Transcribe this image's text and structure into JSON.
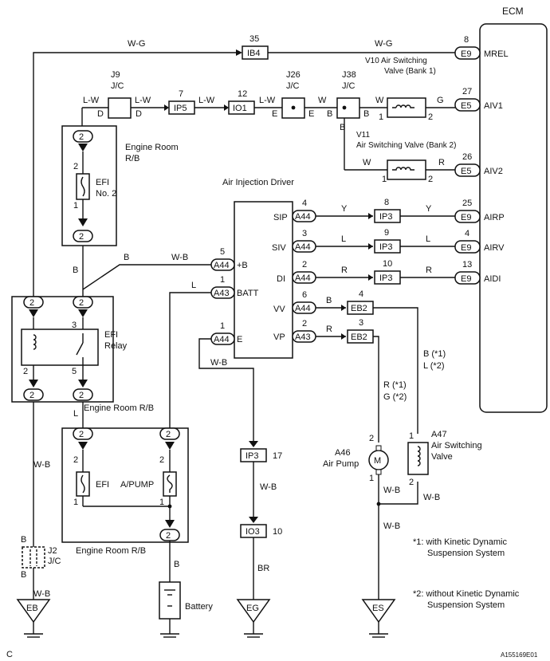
{
  "ecm": {
    "title": "ECM",
    "pins": [
      {
        "num": "8",
        "conn": "E9",
        "sig": "MREL"
      },
      {
        "num": "27",
        "conn": "E5",
        "sig": "AIV1"
      },
      {
        "num": "26",
        "conn": "E5",
        "sig": "AIV2"
      },
      {
        "num": "25",
        "conn": "E9",
        "sig": "AIRP"
      },
      {
        "num": "4",
        "conn": "E9",
        "sig": "AIRV"
      },
      {
        "num": "13",
        "conn": "E9",
        "sig": "AIDI"
      }
    ]
  },
  "top_wire": {
    "left_color": "W-G",
    "pin": "35",
    "conn": "IB4",
    "right_color": "W-G"
  },
  "valves": {
    "v10_line1": "V10 Air Switching",
    "v10_line2": "Valve (Bank 1)",
    "v11_line1": "V11",
    "v11_line2": "Air Switching Valve (Bank 2)",
    "v10_in": "W",
    "v10_out": "G",
    "v11_in": "W",
    "v11_out": "R",
    "p1": "1",
    "p2": "2"
  },
  "row2": {
    "j9_name": "J9",
    "j9_type": "J/C",
    "lw1": "L-W",
    "lw2": "L-W",
    "lw3": "L-W",
    "lw4": "L-W",
    "d1": "D",
    "d2": "D",
    "ip5_pin": "7",
    "ip5": "IP5",
    "io1_pin": "12",
    "io1": "IO1",
    "j26_name": "J26",
    "j26_type": "J/C",
    "e1": "E",
    "e2": "E",
    "w1": "W",
    "j38_name": "J38",
    "j38_type": "J/C",
    "b1": "B",
    "b2": "B",
    "b3": "B"
  },
  "relay_box1": {
    "title1": "Engine Room",
    "title2": "R/B",
    "fuse1": "EFI",
    "fuse2": "No. 2",
    "p_top": "2",
    "p_a": "2",
    "p_b": "1",
    "p_bot": "2"
  },
  "aid": {
    "title": "Air Injection Driver",
    "rows": [
      {
        "pin": "4",
        "conn": "A44",
        "label": "SIP",
        "color": "Y",
        "ip_pin": "8",
        "ip": "IP3",
        "color2": "Y"
      },
      {
        "pin": "3",
        "conn": "A44",
        "label": "SIV",
        "color": "L",
        "ip_pin": "9",
        "ip": "IP3",
        "color2": "L"
      },
      {
        "pin": "2",
        "conn": "A44",
        "label": "DI",
        "color": "R",
        "ip_pin": "10",
        "ip": "IP3",
        "color2": "R"
      },
      {
        "pin": "6",
        "conn": "A44",
        "label": "VV",
        "color": "B",
        "ip_pin": "4",
        "ip": "EB2"
      },
      {
        "pin": "2",
        "conn": "A43",
        "label": "VP",
        "color": "R",
        "ip_pin": "3",
        "ip": "EB2"
      }
    ],
    "plus_pin": "5",
    "plus_conn": "A44",
    "plus_label": "+B",
    "plus_color": "W-B",
    "b_color": "B",
    "batt_pin": "1",
    "batt_conn": "A43",
    "batt_label": "BATT",
    "batt_color": "L",
    "e_pin": "1",
    "e_conn": "A44",
    "e_label": "E",
    "e_color": "W-B"
  },
  "efi_relay": {
    "label1": "EFI",
    "label2": "Relay",
    "p2a": "2",
    "p2b": "2",
    "p3": "3",
    "p5": "5",
    "p2c": "2",
    "p2d": "2",
    "p2e": "2",
    "p2f": "2",
    "title": "Engine Room R/B",
    "b_label": "B",
    "l_label": "L"
  },
  "relay_box2": {
    "efi": "EFI",
    "apump": "A/PUMP",
    "p2a": "2",
    "p2b": "2",
    "p2c": "2",
    "p2d": "2",
    "p1a": "1",
    "p1b": "1",
    "p2e": "2",
    "title": "Engine Room R/B"
  },
  "ground": {
    "wb1": "W-B",
    "j2_name": "J2",
    "j2_type": "J/C",
    "j2_b1": "B",
    "j2_b2": "B",
    "wb2": "W-B",
    "eb": "EB",
    "batt_b": "B",
    "battery": "Battery",
    "ip3": "IP3",
    "ip3_pin": "17",
    "wb3": "W-B",
    "io3": "IO3",
    "io3_pin": "10",
    "br": "BR",
    "eg": "EG",
    "r_g1": "R (*1)",
    "r_g2": "G (*2)",
    "b1": "B (*1)",
    "l2": "L (*2)",
    "a46": "A46",
    "a46_name": "Air Pump",
    "m": "M",
    "a46_p2": "2",
    "a46_p1": "1",
    "a47": "A47",
    "a47_name1": "Air Switching",
    "a47_name2": "Valve",
    "a47_p1": "1",
    "a47_p2": "2",
    "wb4": "W-B",
    "wb5": "W-B",
    "wb6": "W-B",
    "es": "ES"
  },
  "notes": {
    "n1a": "*1: with Kinetic Dynamic",
    "n1b": "Suspension System",
    "n2a": "*2: without Kinetic Dynamic",
    "n2b": "Suspension System"
  },
  "footer": {
    "left": "C",
    "right": "A155169E01"
  }
}
